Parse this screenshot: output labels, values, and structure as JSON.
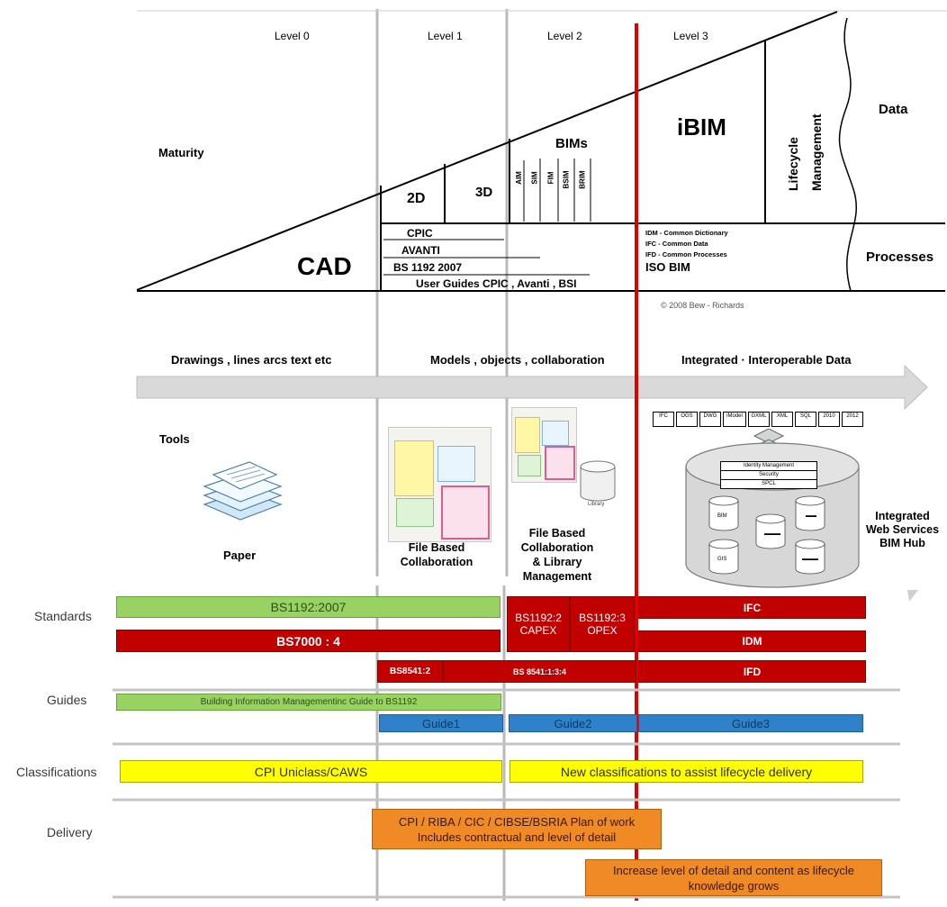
{
  "levels": [
    "Level 0",
    "Level 1",
    "Level 2",
    "Level 3"
  ],
  "maturity_label": "Maturity",
  "cad": "CAD",
  "twod": "2D",
  "threed": "3D",
  "bims": "BIMs",
  "bim_types": [
    "AIM",
    "SIM",
    "FIM",
    "BSIM",
    "BRIM"
  ],
  "ibim": "iBIM",
  "lifecycle": "Lifecycle Management",
  "lifecycle_lines": [
    "Lifecycle",
    "Management"
  ],
  "data_label": "Data",
  "processes_label": "Processes",
  "process_items": [
    "CPIC",
    "AVANTI",
    "BS 1192  2007",
    "User Guides CPIC , Avanti , BSI"
  ],
  "level3_processes": [
    "IDM - Common Dictionary",
    "IFC - Common Data",
    "IFD - Common Processes"
  ],
  "iso_bim": "ISO BIM",
  "copyright": "© 2008 Bew - Richards",
  "arrow_texts": [
    "Drawings ,  lines arcs text etc",
    "Models ,  objects , collaboration",
    "Integrated ·  Interoperable Data"
  ],
  "tools_label": "Tools",
  "paper": "Paper",
  "file_based_collab": "File Based\nCollaboration",
  "file_based_collab_lines": [
    "File Based",
    "Collaboration"
  ],
  "file_based_library_lines": [
    "File Based",
    "Collaboration",
    "& Library",
    "Management"
  ],
  "library_label": "Library",
  "hub_formats": [
    "IFC",
    "OGS",
    "DWG",
    "iModel",
    "GXML",
    "XML",
    "SQL",
    "2010",
    "2012"
  ],
  "hub_layers": [
    "Identity Management",
    "Security",
    "SPCL"
  ],
  "hub_dbs": [
    "BIM",
    "▬▬▬",
    "▬▬",
    "GIS",
    "▬▬▬"
  ],
  "integrated_hub_lines": [
    "Integrated",
    "Web Services",
    "BIM Hub"
  ],
  "row_labels": {
    "standards": "Standards",
    "guides": "Guides",
    "classifications": "Classifications",
    "delivery": "Delivery"
  },
  "standards": {
    "bs1192": "BS1192:2007",
    "bs7000": "BS7000 : 4",
    "bs1192_2": [
      "BS1192:2",
      "CAPEX"
    ],
    "bs1192_3": [
      "BS1192:3",
      "OPEX"
    ],
    "ifc": "IFC",
    "idm": "IDM",
    "bs8541_2": "BS8541:2",
    "bs8541_134": "BS 8541:1:3:4",
    "ifd": "IFD"
  },
  "guides": {
    "bim_guide": "Building Information Managementinc Guide to BS1192",
    "guide1": "Guide1",
    "guide2": "Guide2",
    "guide3": "Guide3"
  },
  "classifications": {
    "uniclass": "CPI Uniclass/CAWS",
    "new_class": "New classifications to assist lifecycle delivery"
  },
  "delivery": {
    "plan_of_work": [
      "CPI / RIBA / CIC / CIBSE/BSRIA Plan of work",
      "Includes contractual and level of detail"
    ],
    "increase": [
      "Increase level of detail and content as lifecycle",
      "knowledge grows"
    ]
  },
  "colors": {
    "green": "#98d263",
    "red": "#c10000",
    "blue": "#2f82c9",
    "yellow": "#ffff00",
    "orange": "#f08a24",
    "level3_line": "#e00000",
    "arrow": "#d9d9d9"
  }
}
